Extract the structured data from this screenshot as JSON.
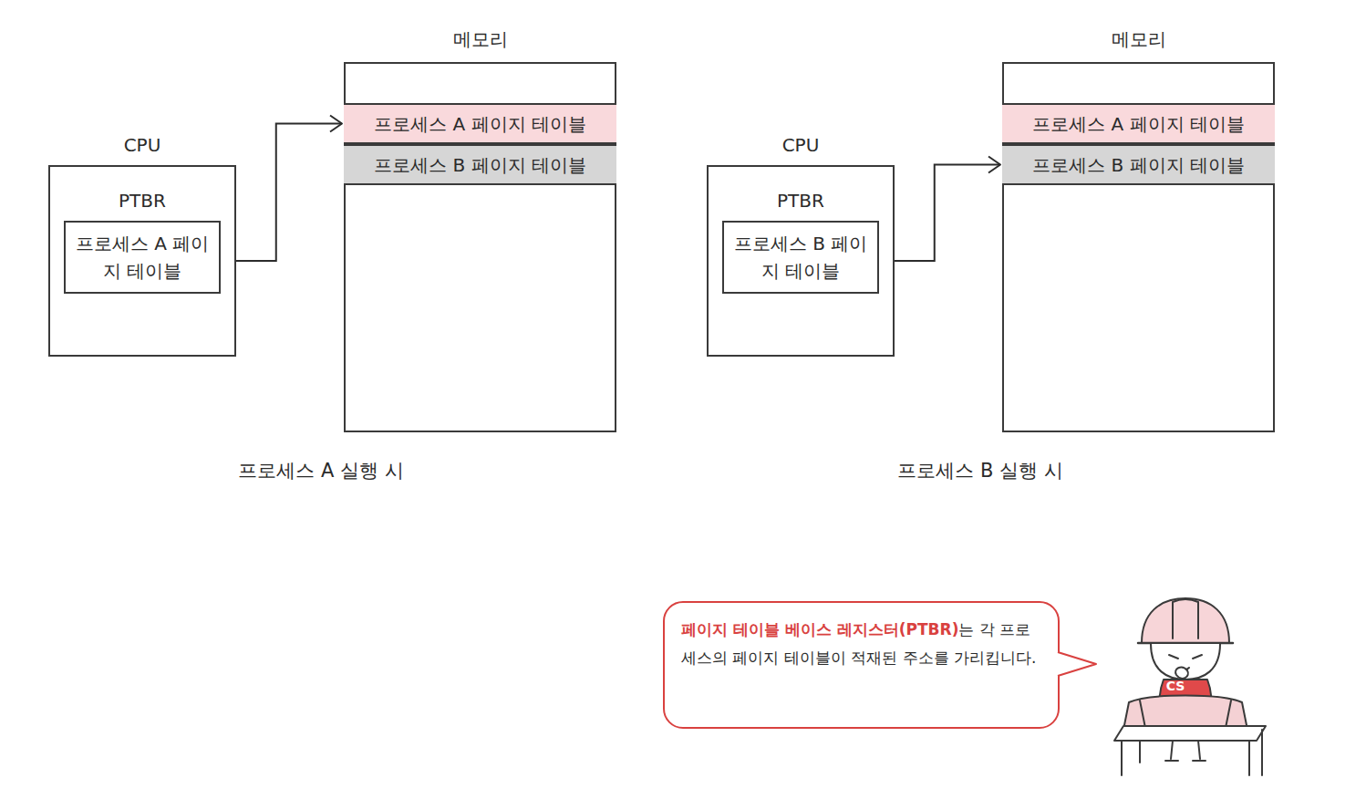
{
  "diagram": {
    "nodes": [
      {
        "text": [
          "CPU"
        ]
      },
      {
        "text": [
          "PTBR",
          "프로세스 A 페이지 테이블"
        ],
        "in": 0
      },
      {
        "text": [
          "메모리"
        ]
      },
      {
        "text": [
          "프로세스 A 페이지 테이블"
        ],
        "in": 2
      },
      {
        "text": [
          "프로세스 B 페이지 테이블"
        ],
        "in": 2
      },
      {
        "text": [
          "CPU"
        ]
      },
      {
        "text": [
          "PTBR",
          "프로세스 B 페이지 테이블"
        ],
        "in": 5
      },
      {
        "text": [
          "메모리"
        ]
      },
      {
        "text": [
          "프로세스 A 페이지 테이블"
        ],
        "in": 7
      },
      {
        "text": [
          "프로세스 B 페이지 테이블"
        ],
        "in": 7
      },
      {
        "text": [
          "페이지 테이블 베이스 레지스터(PTBR)",
          "는 각 프로세스의 페이지 테이블이 적재된 주소를 가리킵니다."
        ]
      }
    ],
    "edges": [
      {
        "from": 1,
        "to": 3,
        "arrow": "to"
      },
      {
        "from": 6,
        "to": 9,
        "arrow": "to"
      }
    ],
    "labels": [
      "프로세스 A 실행 시",
      "프로세스 B 실행 시",
      "CS"
    ]
  }
}
